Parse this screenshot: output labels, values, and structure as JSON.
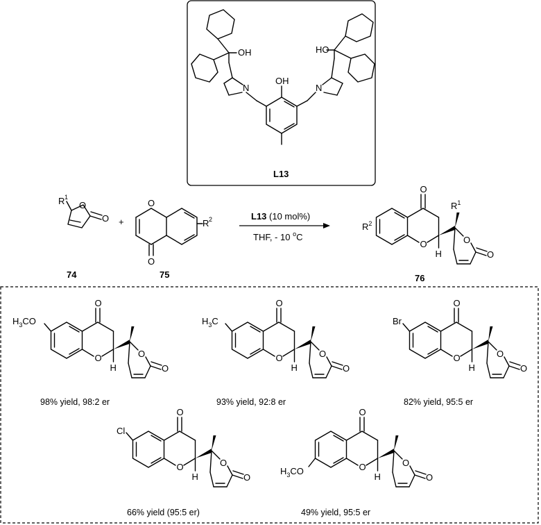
{
  "ligand": {
    "label": "L13",
    "oh_left": "OH",
    "oh_right": "HO",
    "oh_center": "OH",
    "n_left": "N",
    "n_right": "N"
  },
  "reaction": {
    "reactant1": {
      "number": "74",
      "substituent": "R",
      "substituent_sup": "1",
      "carbonyl_O": "O",
      "ring_O": "O"
    },
    "reactant2": {
      "number": "75",
      "substituent": "R",
      "substituent_sup": "2",
      "ring_O": "O",
      "carbonyl_O": "O"
    },
    "plus": "+",
    "conditions_catalyst": "L13",
    "conditions_loading": " (10 mol%)",
    "conditions_solvent": "THF, - 10 ",
    "conditions_temp_sup": "o",
    "conditions_temp_unit": "C",
    "product": {
      "number": "76",
      "r1": "R",
      "r1_sup": "1",
      "r2": "R",
      "r2_sup": "2",
      "h": "H",
      "o": "O"
    }
  },
  "examples": [
    {
      "substituent": "H3CO",
      "caption": "98% yield, 98:2 er"
    },
    {
      "substituent": "H3C",
      "caption": "93% yield, 92:8 er"
    },
    {
      "substituent": "Br",
      "caption": "82% yield, 95:5 er"
    },
    {
      "substituent": "Cl",
      "caption": "66% yield (95:5 er)"
    },
    {
      "substituent": "H3CO",
      "caption": "49% yield, 95:5 er"
    }
  ]
}
